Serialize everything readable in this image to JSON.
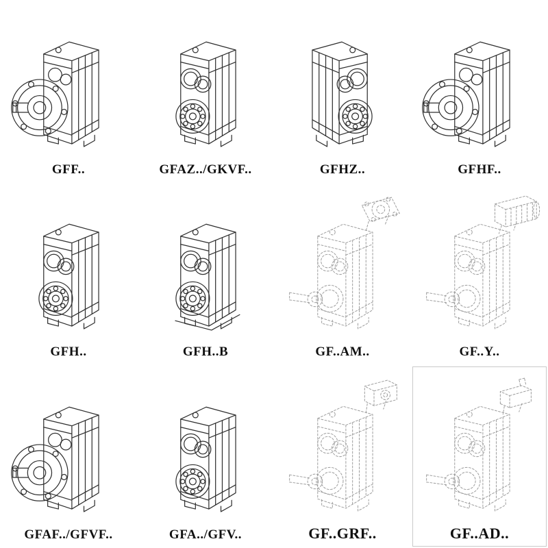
{
  "page": {
    "background": "#ffffff"
  },
  "colors": {
    "solid_line": "#2e2e2e",
    "ghost_line": "#9b9b9b",
    "label_text": "#101010",
    "box_border": "#c9c9c9"
  },
  "catalog": {
    "description": "4x3 grid of parallel-shaft helical gearbox technical line drawings with model codes",
    "cells": [
      {
        "label": "GFF..",
        "style": "solid",
        "view": "gearbox-with-output-flange"
      },
      {
        "label": "GFAZ../GKVF..",
        "style": "solid",
        "view": "gearbox-bearing-face"
      },
      {
        "label": "GFHZ..",
        "style": "solid",
        "view": "gearbox-bearing-face-mirrored"
      },
      {
        "label": "GFHF..",
        "style": "solid",
        "view": "gearbox-with-output-flange"
      },
      {
        "label": "GFH..",
        "style": "solid",
        "view": "gearbox-bearing-face"
      },
      {
        "label": "GFH..B",
        "style": "solid",
        "view": "gearbox-bearing-face-with-base"
      },
      {
        "label": "GF..AM..",
        "style": "ghost",
        "view": "gearbox-shaft-with-input-flange"
      },
      {
        "label": "GF..Y..",
        "style": "ghost",
        "view": "gearbox-shaft-with-motor"
      },
      {
        "label": "GFAF../GFVF..",
        "style": "solid",
        "view": "gearbox-with-output-flange"
      },
      {
        "label": "GFA../GFV..",
        "style": "solid",
        "view": "gearbox-bearing-face"
      },
      {
        "label": "GF..GRF..",
        "style": "ghost",
        "view": "gearbox-shaft-with-input-box"
      },
      {
        "label": "GF..AD..",
        "style": "ghost",
        "view": "gearbox-shaft-with-input-adapter"
      }
    ]
  }
}
